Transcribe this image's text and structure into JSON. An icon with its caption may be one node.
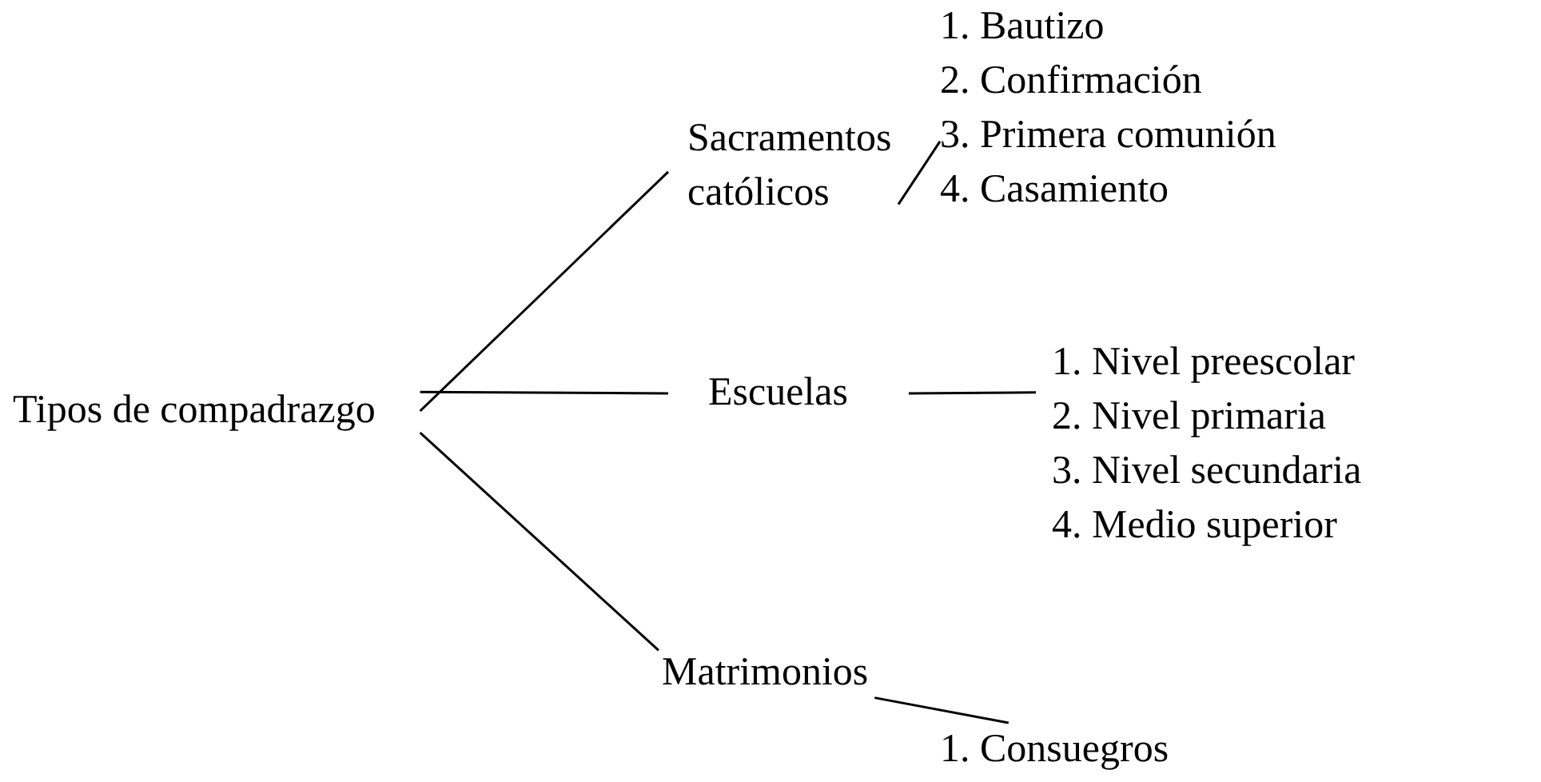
{
  "diagram": {
    "nodes": [
      {
        "text": [
          "Tipos de compadrazgo"
        ]
      },
      {
        "text": [
          "Sacramentos católicos"
        ]
      },
      {
        "text": [
          "Escuelas"
        ]
      },
      {
        "text": [
          "Matrimonios"
        ]
      },
      {
        "text": [
          "1. Bautizo",
          "2. Confirmación",
          "3. Primera comunión",
          "4. Casamiento"
        ]
      },
      {
        "text": [
          "1. Nivel preescolar",
          "2. Nivel primaria",
          "3. Nivel secundaria",
          "4. Medio superior"
        ]
      },
      {
        "text": [
          "1. Consuegros"
        ]
      }
    ],
    "edges": [
      {
        "from": 0,
        "to": 1,
        "arrow": "none"
      },
      {
        "from": 0,
        "to": 2,
        "arrow": "none"
      },
      {
        "from": 0,
        "to": 3,
        "arrow": "none"
      },
      {
        "from": 1,
        "to": 4,
        "arrow": "none"
      },
      {
        "from": 2,
        "to": 5,
        "arrow": "none"
      },
      {
        "from": 3,
        "to": 6,
        "arrow": "none"
      }
    ]
  }
}
